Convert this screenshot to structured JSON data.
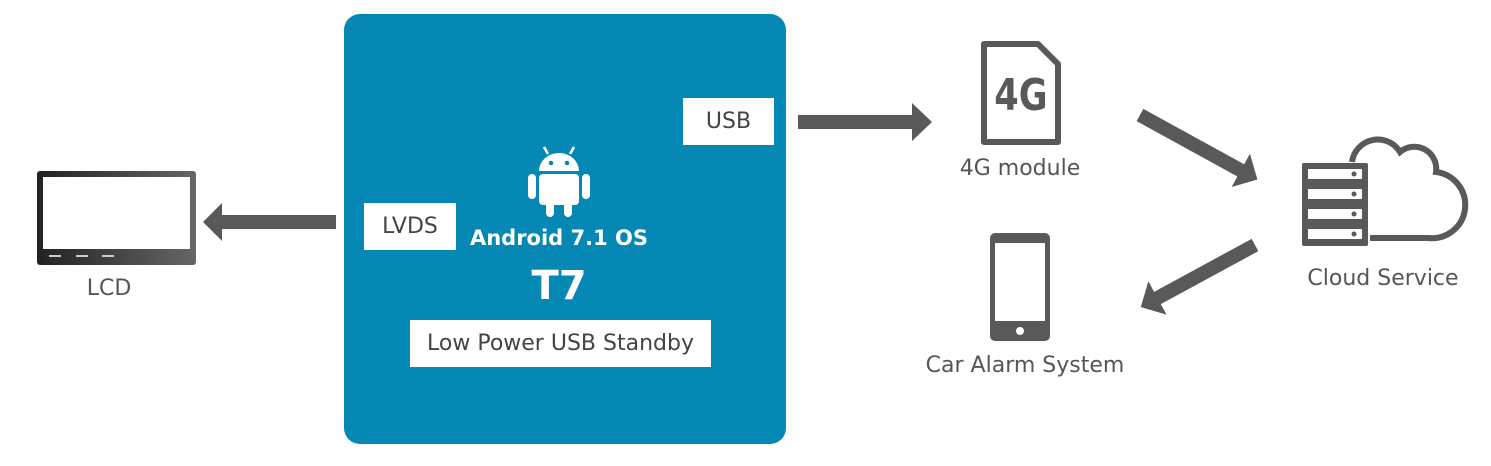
{
  "board": {
    "os_label": "Android 7.1 OS",
    "chip": "T7",
    "standby_label": "Low Power USB Standby",
    "usb_label": "USB",
    "lvds_label": "LVDS",
    "color": "#0589b4"
  },
  "nodes": {
    "lcd": "LCD",
    "module_4g": "4G module",
    "module_4g_icon_text": "4G",
    "car_alarm": "Car Alarm System",
    "cloud": "Cloud Service"
  },
  "colors": {
    "icon": "#58595b",
    "text": "#555555"
  }
}
